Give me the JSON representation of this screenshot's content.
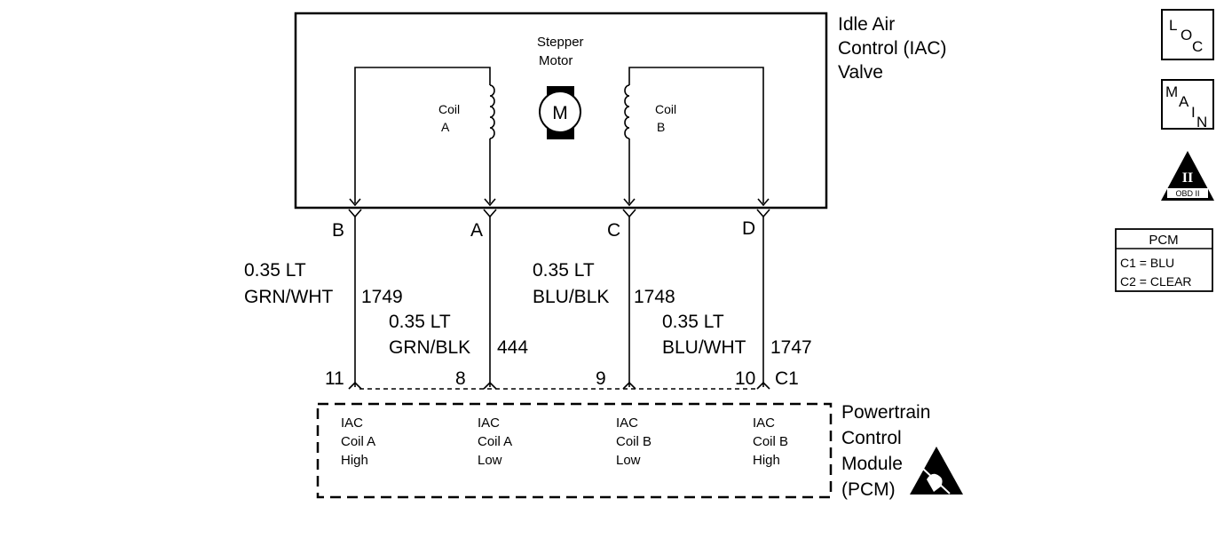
{
  "component": {
    "title_lines": [
      "Idle Air",
      "Control (IAC)",
      "Valve"
    ]
  },
  "motor": {
    "label_lines": [
      "Stepper",
      "Motor"
    ],
    "symbol": "M"
  },
  "coils": [
    {
      "label_lines": [
        "Coil",
        "A"
      ]
    },
    {
      "label_lines": [
        "Coil",
        "B"
      ]
    }
  ],
  "pins": [
    {
      "letter": "B",
      "cavity": "11",
      "wire_lines": [
        "0.35 LT",
        "GRN/WHT"
      ],
      "circuit": "1749"
    },
    {
      "letter": "A",
      "cavity": "8",
      "wire_lines": [
        "0.35 LT",
        "GRN/BLK"
      ],
      "circuit": "444"
    },
    {
      "letter": "C",
      "cavity": "9",
      "wire_lines": [
        "0.35 LT",
        "BLU/BLK"
      ],
      "circuit": "1748"
    },
    {
      "letter": "D",
      "cavity": "10",
      "wire_lines": [
        "0.35 LT",
        "BLU/WHT"
      ],
      "circuit": "1747"
    }
  ],
  "connector": {
    "label": "C1"
  },
  "pcm": {
    "title_lines": [
      "Powertrain",
      "Control",
      "Module",
      "(PCM)"
    ],
    "terminals": [
      {
        "lines": [
          "IAC",
          "Coil A",
          "High"
        ]
      },
      {
        "lines": [
          "IAC",
          "Coil A",
          "Low"
        ]
      },
      {
        "lines": [
          "IAC",
          "Coil B",
          "Low"
        ]
      },
      {
        "lines": [
          "IAC",
          "Coil B",
          "High"
        ]
      }
    ],
    "esd_icon": "esd-warning-icon"
  },
  "sidebar": {
    "loc_button": {
      "letters": [
        "L",
        "O",
        "C"
      ]
    },
    "main_button": {
      "letters": [
        "M",
        "A",
        "I",
        "N"
      ]
    },
    "obd_badge": {
      "numeral": "II",
      "text": "OBD II",
      "icon": "obd-ii-triangle-icon"
    },
    "pcm_table": {
      "header": "PCM",
      "rows": [
        "C1 = BLU",
        "C2 = CLEAR"
      ]
    }
  }
}
